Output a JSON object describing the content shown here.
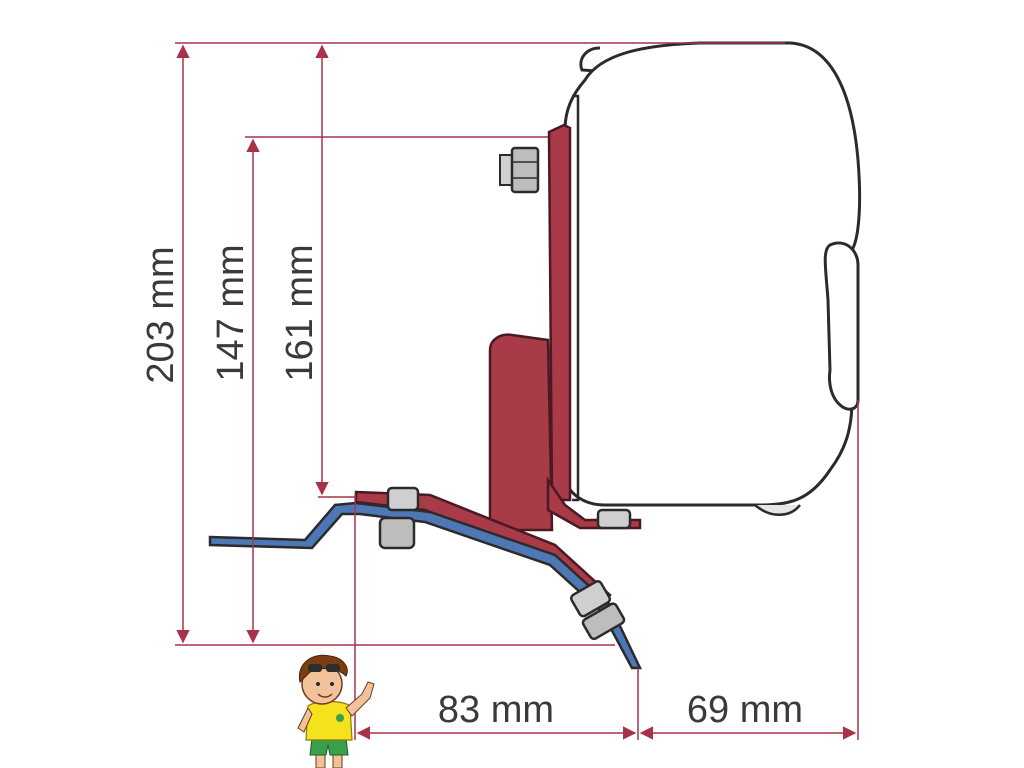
{
  "dimensions": {
    "total_height": "203 mm",
    "lower_height": "147 mm",
    "mid_height": "161 mm",
    "bracket_width": "83 mm",
    "overhang_width": "69 mm"
  },
  "colors": {
    "dimension_line": "#a8324a",
    "bracket_fill": "#a93a48",
    "bracket_dark": "#6e1f2a",
    "rail_blue": "#4d77b5",
    "outline": "#2b2b2b",
    "bolt_grey": "#b9b9b9"
  },
  "icons": {
    "mascot": "cartoon-boy-pointing-icon",
    "bolts": "hex-bolt-icon"
  }
}
